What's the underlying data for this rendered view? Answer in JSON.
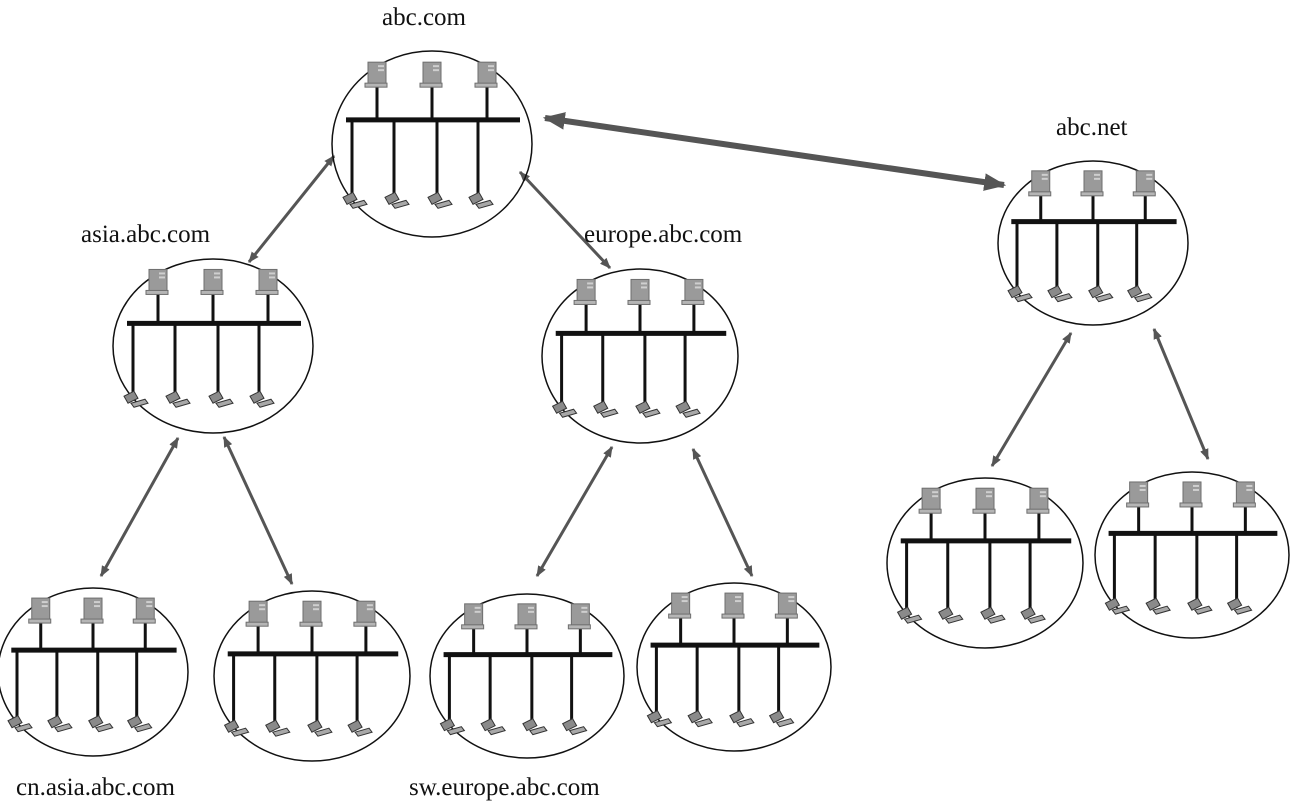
{
  "colors": {
    "line": "#111111",
    "arrow": "#555555",
    "server": "#9a9a9a",
    "background": "#ffffff"
  },
  "icons": {
    "server": "server-icon",
    "workstation": "workstation-icon"
  },
  "labels": {
    "root": "abc.com",
    "asia": "asia.abc.com",
    "europe": "europe.abc.com",
    "net": "abc.net",
    "cn_asia": "cn.asia.abc.com",
    "sw_europe": "sw.europe.abc.com"
  },
  "domains": [
    {
      "id": "abc-com",
      "label_key": "root"
    },
    {
      "id": "asia",
      "label_key": "asia"
    },
    {
      "id": "europe",
      "label_key": "europe"
    },
    {
      "id": "abc-net",
      "label_key": "net"
    },
    {
      "id": "cn-asia",
      "label_key": "cn_asia"
    },
    {
      "id": "asia-child-2",
      "label_key": null
    },
    {
      "id": "sw-europe",
      "label_key": "sw_europe"
    },
    {
      "id": "europe-child-2",
      "label_key": null
    },
    {
      "id": "net-child-1",
      "label_key": null
    },
    {
      "id": "net-child-2",
      "label_key": null
    }
  ],
  "trust_links": [
    {
      "from": "abc-com",
      "to": "asia",
      "kind": "two-way"
    },
    {
      "from": "abc-com",
      "to": "europe",
      "kind": "two-way"
    },
    {
      "from": "abc-com",
      "to": "abc-net",
      "kind": "two-way-bold"
    },
    {
      "from": "asia",
      "to": "cn-asia",
      "kind": "two-way"
    },
    {
      "from": "asia",
      "to": "asia-child-2",
      "kind": "two-way"
    },
    {
      "from": "europe",
      "to": "sw-europe",
      "kind": "two-way"
    },
    {
      "from": "europe",
      "to": "europe-child-2",
      "kind": "two-way"
    },
    {
      "from": "abc-net",
      "to": "net-child-1",
      "kind": "two-way"
    },
    {
      "from": "abc-net",
      "to": "net-child-2",
      "kind": "two-way"
    }
  ]
}
